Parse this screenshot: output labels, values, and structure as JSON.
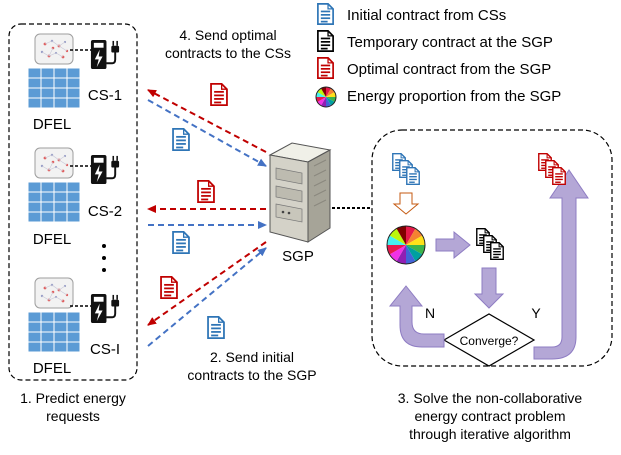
{
  "legend": {
    "initial": "Initial contract from CSs",
    "temporary": "Temporary contract at the SGP",
    "optimal": "Optimal contract from the SGP",
    "energy": "Energy proportion from the SGP"
  },
  "colors": {
    "initial": "#2e75b6",
    "optimal": "#c00000",
    "temporary": "#000000",
    "blue_arrow": "#4472c4",
    "red_arrow": "#c00000",
    "loop_arrow": "#b4a7d6",
    "dfel_cell": "#5b9bd5"
  },
  "stations": [
    {
      "dfel": "DFEL",
      "cs": "CS-1"
    },
    {
      "dfel": "DFEL",
      "cs": "CS-2"
    },
    {
      "dfel": "DFEL",
      "cs": "CS-I"
    }
  ],
  "step1": {
    "line1": "1. Predict energy",
    "line2": "requests"
  },
  "step2": {
    "line1": "2. Send initial",
    "line2": "contracts to the SGP"
  },
  "step3": {
    "line1": "3. Solve the non-collaborative",
    "line2": "energy contract problem",
    "line3": "through iterative algorithm"
  },
  "step4": {
    "line1": "4. Send optimal",
    "line2": "contracts to the CSs"
  },
  "sgp": "SGP",
  "converge": "Converge?",
  "yes": "Y",
  "no": "N"
}
